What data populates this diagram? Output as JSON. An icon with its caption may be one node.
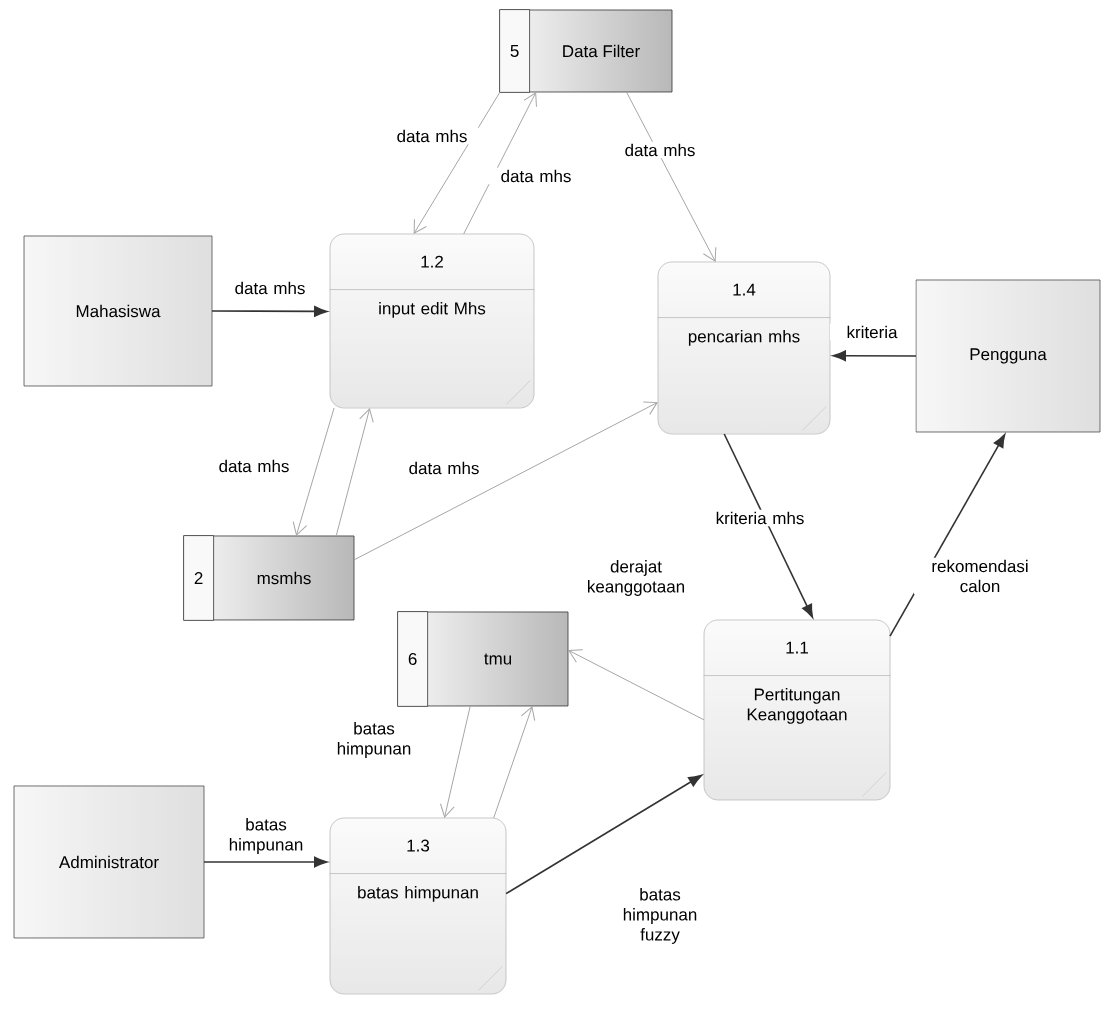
{
  "diagram": {
    "nodes": [
      {
        "text": [
          "5",
          "Data Filter"
        ]
      },
      {
        "text": [
          "Mahasiswa"
        ]
      },
      {
        "text": [
          "1.2",
          "input edit Mhs"
        ]
      },
      {
        "text": [
          "1.4",
          "pencarian mhs"
        ]
      },
      {
        "text": [
          "Pengguna"
        ]
      },
      {
        "text": [
          "2",
          "msmhs"
        ]
      },
      {
        "text": [
          "6",
          "tmu"
        ]
      },
      {
        "text": [
          "1.1",
          "Pertitungan Keanggotaan"
        ]
      },
      {
        "text": [
          "Administrator"
        ]
      },
      {
        "text": [
          "1.3",
          "batas himpunan"
        ]
      }
    ],
    "edges": [
      {
        "from": 0,
        "to": 2,
        "arrow": "to",
        "label": "data mhs"
      },
      {
        "from": 2,
        "to": 0,
        "arrow": "to",
        "label": "data mhs"
      },
      {
        "from": 1,
        "to": 2,
        "arrow": "to",
        "label": "data mhs",
        "color": "#333333"
      },
      {
        "from": 0,
        "to": 3,
        "arrow": "to",
        "label": "data mhs"
      },
      {
        "from": 4,
        "to": 3,
        "arrow": "to",
        "label": "kriteria",
        "color": "#333333"
      },
      {
        "from": 2,
        "to": 5,
        "arrow": "to",
        "label": "data mhs"
      },
      {
        "from": 5,
        "to": 2,
        "arrow": "to",
        "label": "data mhs"
      },
      {
        "from": 5,
        "to": 3,
        "arrow": "to"
      },
      {
        "from": 3,
        "to": 7,
        "arrow": "to",
        "label": "kriteria mhs",
        "color": "#333333"
      },
      {
        "from": 7,
        "to": 4,
        "arrow": "to",
        "label": "rekomendasi calon",
        "color": "#333333"
      },
      {
        "from": 7,
        "to": 6,
        "arrow": "to",
        "label": "derajat keanggotaan"
      },
      {
        "from": 6,
        "to": 9,
        "arrow": "to",
        "label": "batas himpunan"
      },
      {
        "from": 9,
        "to": 6,
        "arrow": "to"
      },
      {
        "from": 8,
        "to": 9,
        "arrow": "to",
        "label": "batas himpunan",
        "color": "#333333"
      },
      {
        "from": 9,
        "to": 7,
        "arrow": "to",
        "label": "batas himpunan fuzzy",
        "color": "#333333"
      }
    ]
  }
}
